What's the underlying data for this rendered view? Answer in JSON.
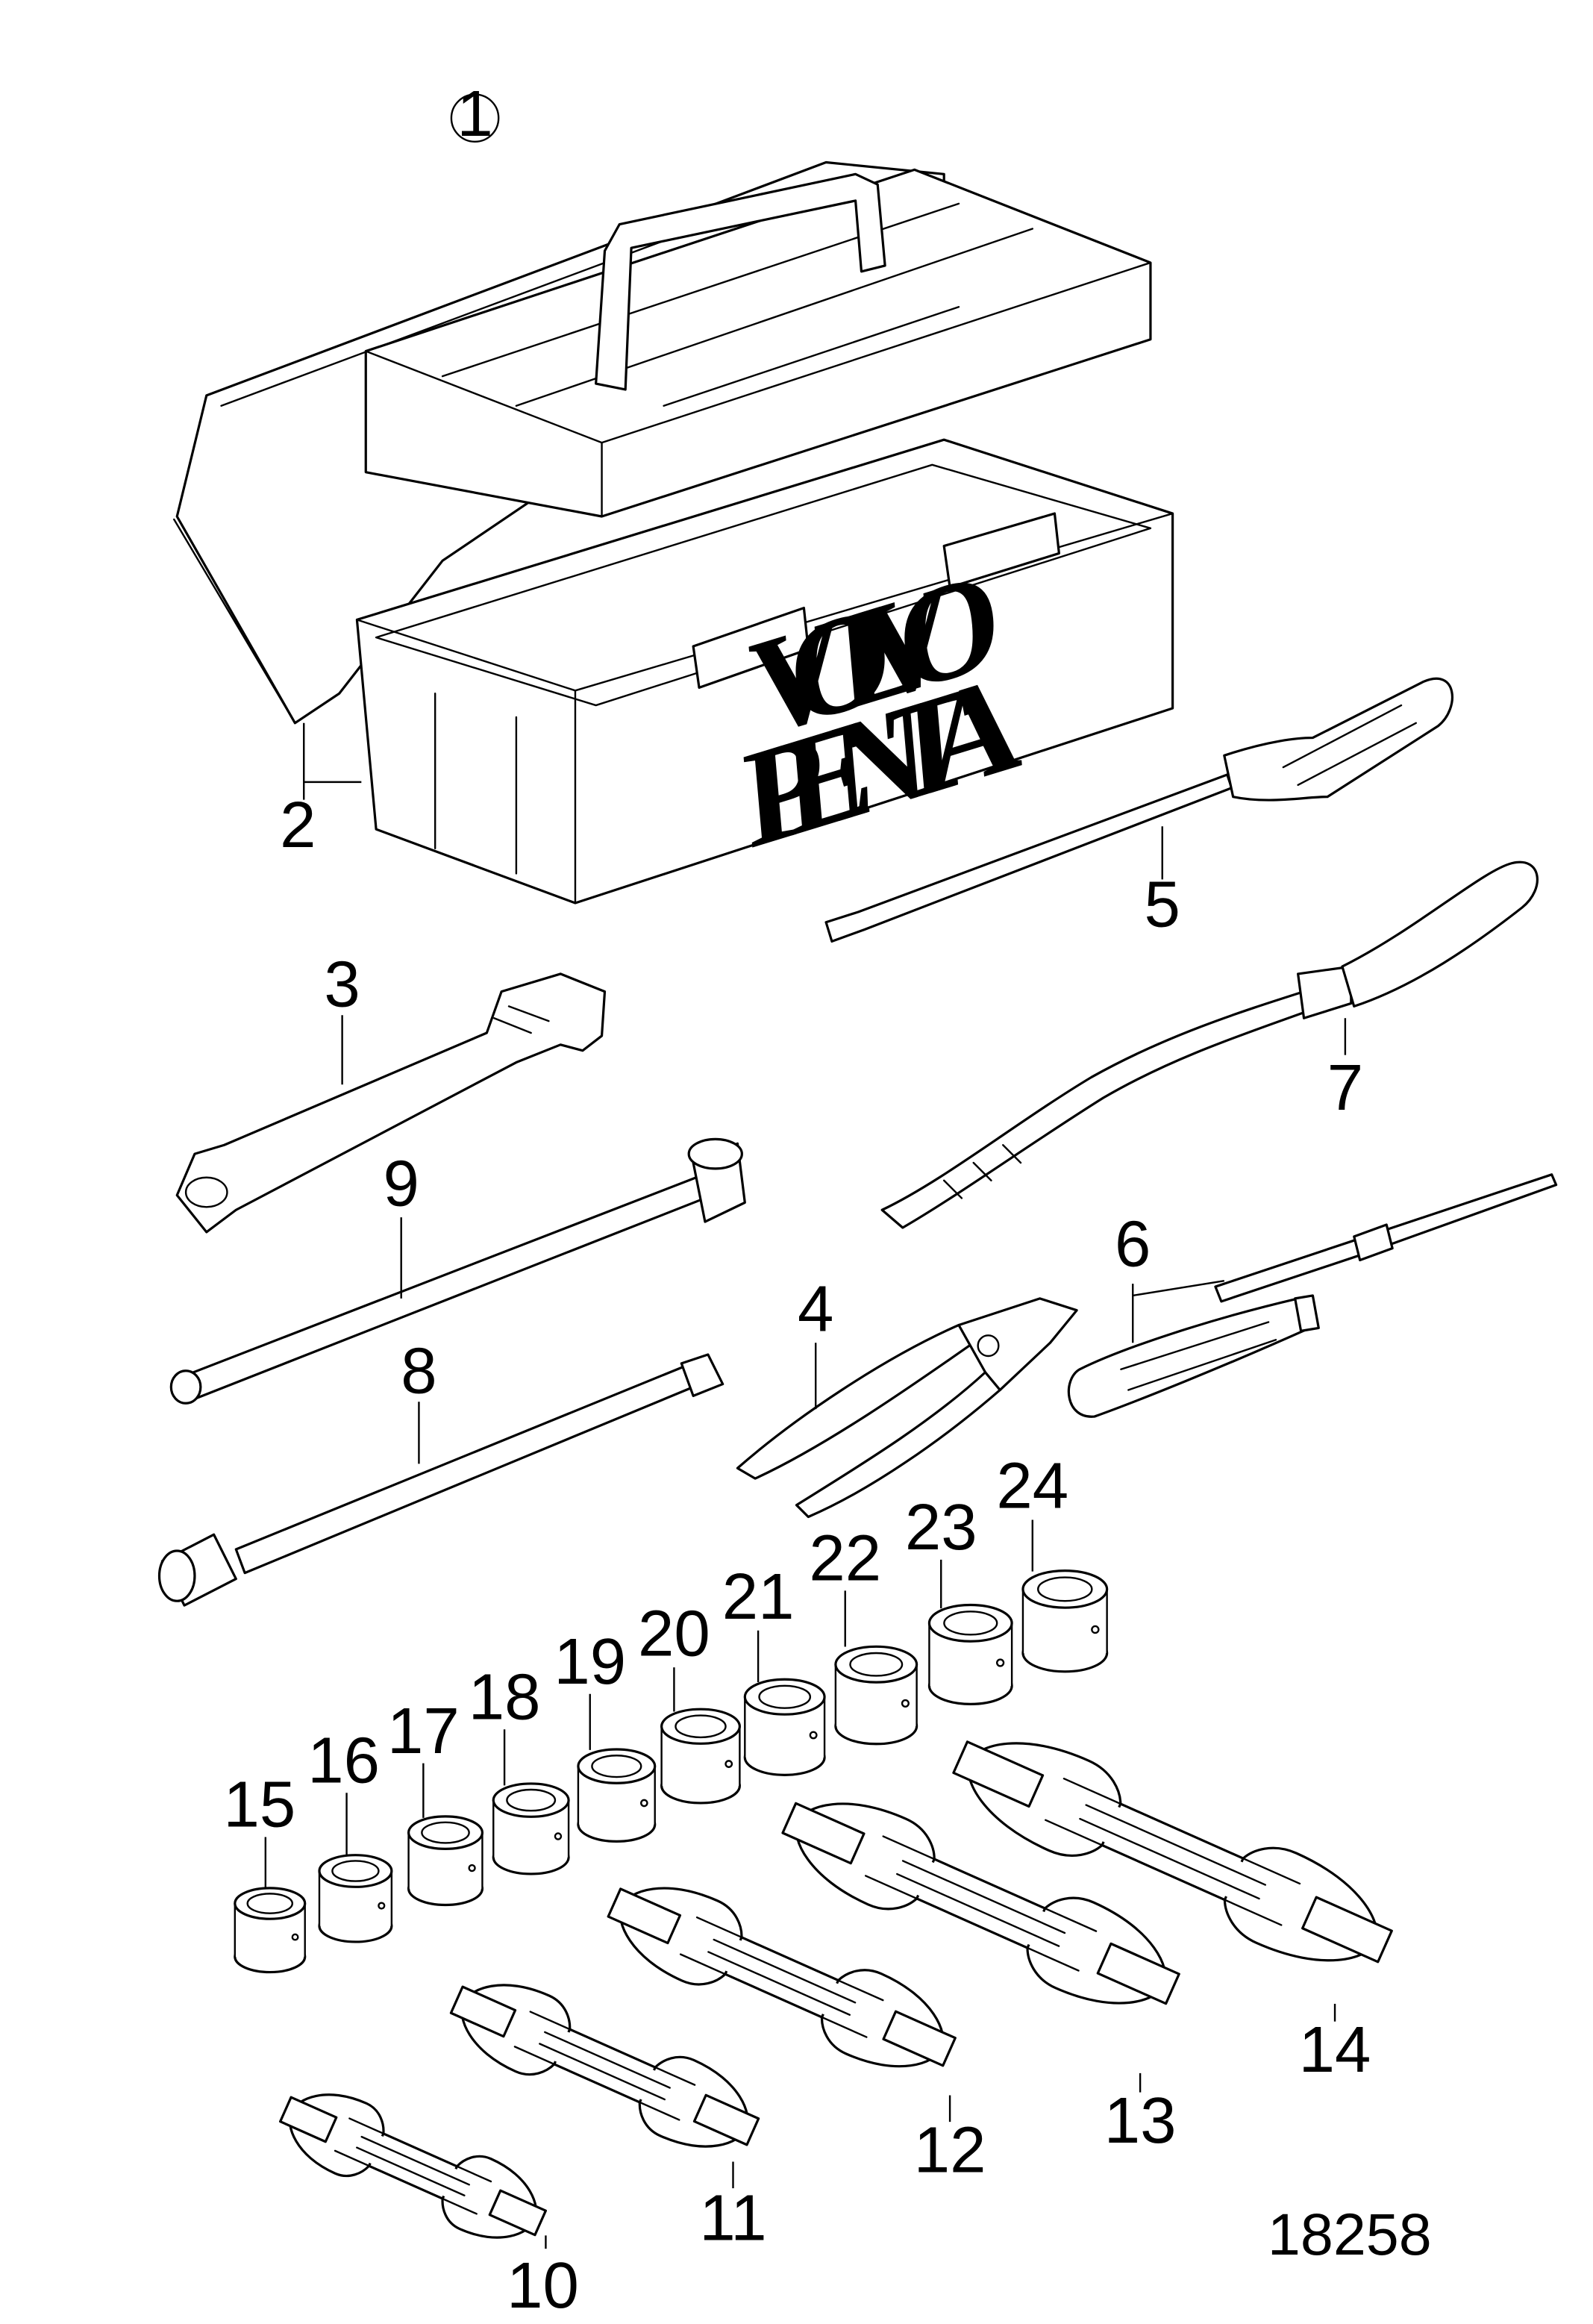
{
  "brand": {
    "line1": "VOLVO",
    "line2": "PENTA"
  },
  "callout": {
    "label": "1"
  },
  "reference": {
    "number": "18258"
  },
  "labels": {
    "box": "2",
    "adjustable_wrench": "3",
    "pliers": "4",
    "screwdriver": "5",
    "screwdriver_set": "6",
    "flex_screwdriver": "7",
    "extension_bar": "8",
    "t_handle": "9",
    "w10": "10",
    "w11": "11",
    "w12": "12",
    "w13": "13",
    "w14": "14",
    "s15": "15",
    "s16": "16",
    "s17": "17",
    "s18": "18",
    "s19": "19",
    "s20": "20",
    "s21": "21",
    "s22": "22",
    "s23": "23",
    "s24": "24"
  }
}
